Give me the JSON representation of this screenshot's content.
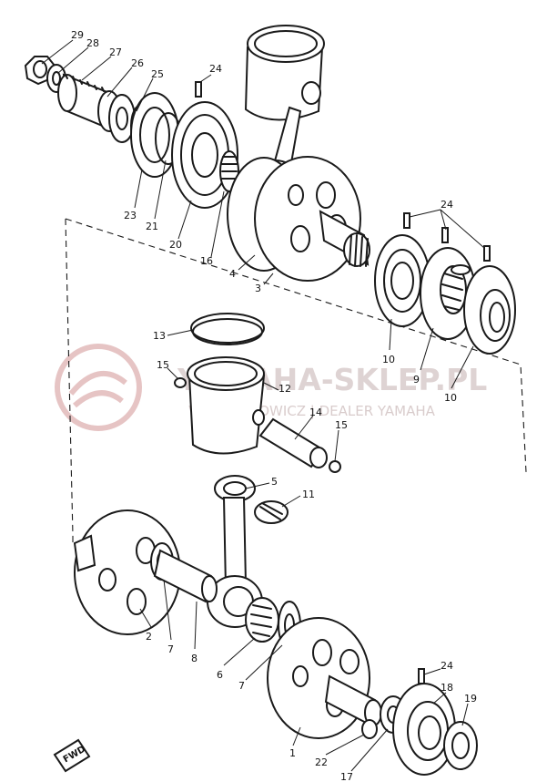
{
  "diagram": {
    "watermark": {
      "line1": "YAMAHA-SKLEP.PL",
      "line2": "WOJCIECHOWICZ | DEALER YAMAHA"
    },
    "direction_marker": "FWD",
    "callouts": {
      "c29": "29",
      "c28": "28",
      "c27": "27",
      "c26": "26",
      "c25": "25",
      "c24a": "24",
      "c24b": "24",
      "c24c": "24",
      "c23": "23",
      "c21": "21",
      "c20": "20",
      "c16": "16",
      "c4": "4",
      "c3": "3",
      "c10a": "10",
      "c9": "9",
      "c10b": "10",
      "c13": "13",
      "c15a": "15",
      "c12": "12",
      "c14": "14",
      "c15b": "15",
      "c5": "5",
      "c11": "11",
      "c2": "2",
      "c7a": "7",
      "c8": "8",
      "c6": "6",
      "c7b": "7",
      "c1": "1",
      "c22": "22",
      "c17": "17",
      "c18": "18",
      "c19": "19"
    }
  }
}
